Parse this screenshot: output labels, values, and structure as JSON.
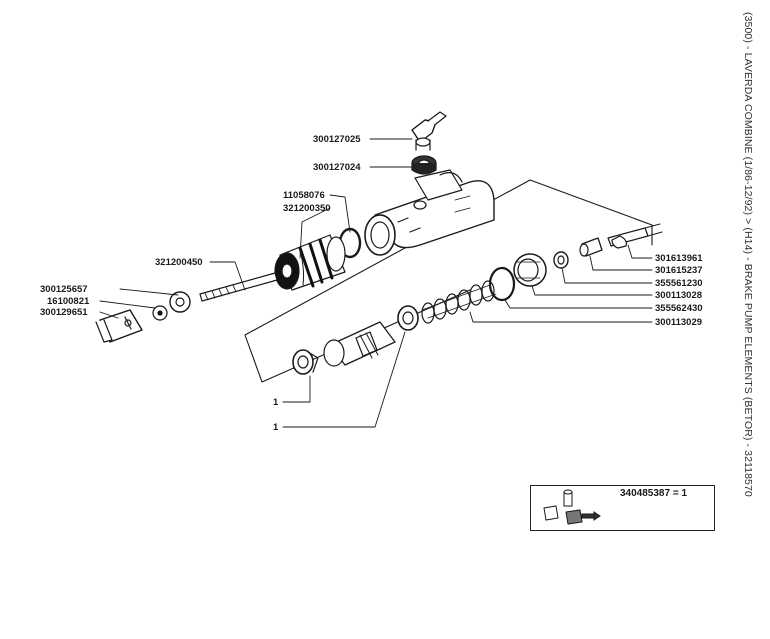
{
  "side_title": "(3500) - LAVERDA COMBINE (1/86-12/92) > (H14) - BRAKE PUMP ELEMENTS (BETOR) - 32118570",
  "kit_label": "340485387 = 1",
  "parts": {
    "p300127025": "300127025",
    "p300127024": "300127024",
    "p11058076": "11058076",
    "p321200350": "321200350",
    "p321200450": "321200450",
    "p300125657": "300125657",
    "p16100821": "16100821",
    "p300129651": "300129651",
    "p301613961": "301613961",
    "p301615237": "301615237",
    "p355561230": "355561230",
    "p300113028": "300113028",
    "p355562430": "355562430",
    "p300113029": "300113029",
    "seal_a": "1",
    "seal_b": "1"
  }
}
